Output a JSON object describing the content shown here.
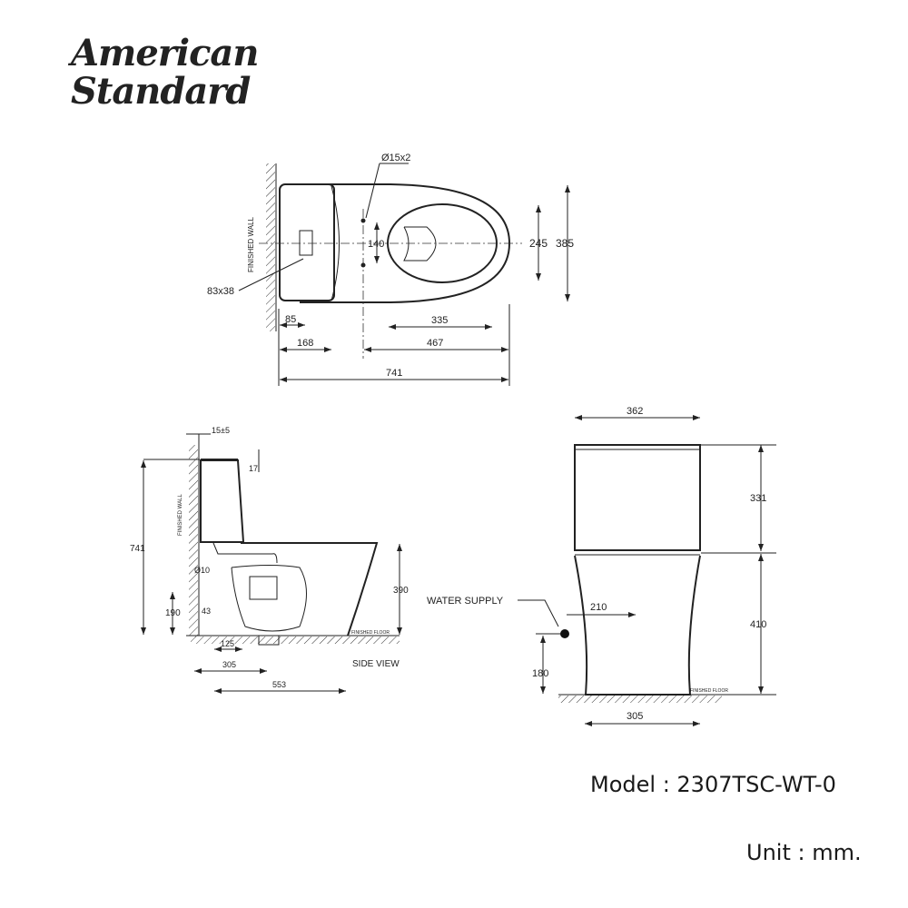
{
  "brand": {
    "line1": "American",
    "line2": "Standard"
  },
  "top_view": {
    "finished_wall": "FINISHED WALL",
    "hole": "Ø15x2",
    "outlet": "83x38",
    "dims": {
      "d140": "140",
      "d245": "245",
      "d385": "385",
      "d85": "85",
      "d168": "168",
      "d335": "335",
      "d467": "467",
      "d741": "741"
    }
  },
  "side_view": {
    "title": "SIDE VIEW",
    "finished_wall": "FINISHED WALL",
    "finished_floor": "FINISHED FLOOR",
    "dims": {
      "d15": "15±5",
      "d17": "17",
      "d741": "741",
      "d390": "390",
      "d190": "190",
      "d10": "Ø10",
      "d43": "43",
      "d125": "125",
      "d305": "305",
      "d553": "553"
    }
  },
  "front_view": {
    "water_supply": "WATER SUPPLY",
    "finished_floor": "FINISHED FLOOR",
    "dims": {
      "d362": "362",
      "d331": "331",
      "d410": "410",
      "d210": "210",
      "d180": "180",
      "d305": "305"
    }
  },
  "model": "Model : 2307TSC-WT-0",
  "unit": "Unit : mm."
}
